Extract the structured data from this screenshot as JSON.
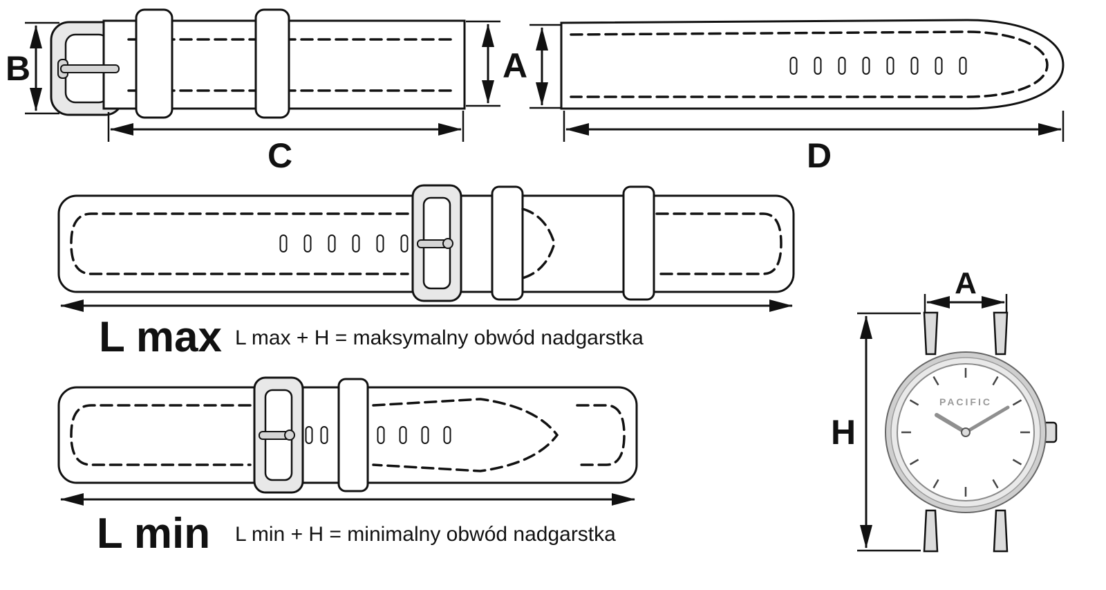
{
  "diagram": {
    "labels": {
      "a": "A",
      "b": "B",
      "c": "C",
      "d": "D",
      "h": "H",
      "l_max": "L max",
      "l_min": "L min"
    },
    "formulas": {
      "l_max": "L max + H  = maksymalny obwód nadgarstka",
      "l_min": "L min + H  = minimalny obwód nadgarstka"
    },
    "watch": {
      "brand": "PACIFIC"
    },
    "palette": {
      "ink": "#111111",
      "metal": "#e8e8e8"
    }
  }
}
